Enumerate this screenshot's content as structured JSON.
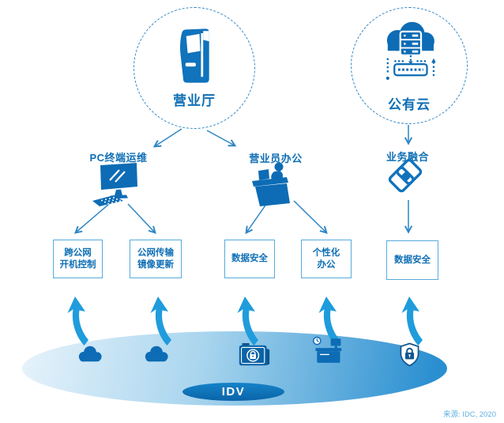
{
  "colors": {
    "primary_blue": "#0d6cb5",
    "line_blue": "#2e86c5",
    "box_border_blue": "#55abdc",
    "label_blue": "#0f6fb5",
    "swoosh_blue": "#1f9cdc",
    "idv_ellipse_blue": "#0e73ba",
    "source_text_blue": "#5fb0e0"
  },
  "top_nodes": [
    {
      "label": "营业厅",
      "icon": "kiosk-icon"
    },
    {
      "label": "公有云",
      "icon": "cloud-server-icon"
    }
  ],
  "branches": [
    {
      "label": "PC终端运维",
      "icon": "monitor-keyboard-icon"
    },
    {
      "label": "营业员办公",
      "icon": "clerk-desk-icon"
    },
    {
      "label": "业务融合",
      "icon": "stacked-layers-icon"
    }
  ],
  "feature_boxes": [
    {
      "line1": "跨公网",
      "line2": "开机控制"
    },
    {
      "line1": "公网传输",
      "line2": "镜像更新"
    },
    {
      "line1": "数据安全",
      "line2": ""
    },
    {
      "line1": "个性化",
      "line2": "办公"
    },
    {
      "line1": "数据安全",
      "line2": ""
    }
  ],
  "platform": {
    "label": "IDV",
    "base_icons": [
      "cloud-icon",
      "cloud-icon",
      "safe-lock-icon",
      "cash-register-icon",
      "shield-lock-icon"
    ]
  },
  "source_note": "来源: IDC, 2020"
}
